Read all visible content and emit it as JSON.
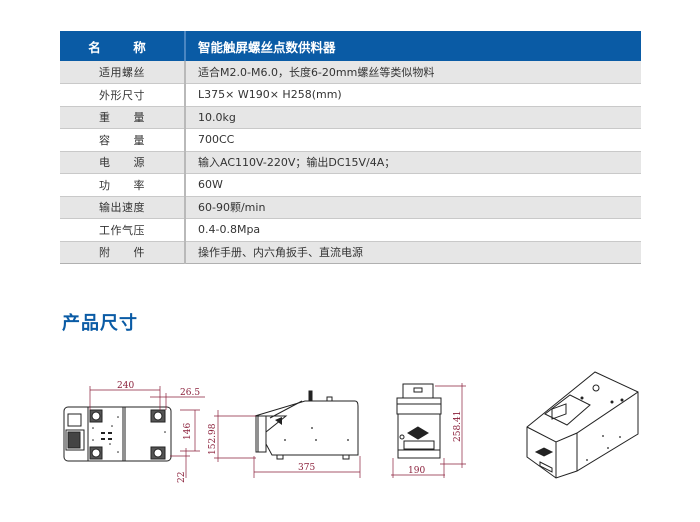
{
  "spec_table": {
    "header": {
      "label": "名　称",
      "value": "智能触屏螺丝点数供料器"
    },
    "rows": [
      {
        "label": "适用螺丝",
        "value": "适合M2.0-M6.0，长度6-20mm螺丝等类似物料"
      },
      {
        "label": "外形尺寸",
        "value": "L375× W190× H258(mm)"
      },
      {
        "label": "重　　量",
        "value": "10.0kg"
      },
      {
        "label": "容　　量",
        "value": "700CC"
      },
      {
        "label": "电　　源",
        "value": "输入AC110V-220V；输出DC15V/4A；"
      },
      {
        "label": "功　　率",
        "value": "60W"
      },
      {
        "label": "输出速度",
        "value": "60-90颗/min"
      },
      {
        "label": "工作气压",
        "value": "0.4-0.8Mpa"
      },
      {
        "label": "附　　件",
        "value": "操作手册、内六角扳手、直流电源"
      }
    ]
  },
  "section": {
    "title": "产品尺寸"
  },
  "drawings": {
    "top_view": {
      "width_dim": "240",
      "offset_dim": "26.5",
      "height_dim": "146",
      "bottom_dim": "22"
    },
    "side_view": {
      "height_dim": "152.98",
      "length_dim": "375"
    },
    "front_view": {
      "height_dim": "258.41",
      "width_dim": "190"
    },
    "iso_view": {
      "label": "isometric product view"
    }
  },
  "colors": {
    "header_bg": "#0a5ba5",
    "row_shade": "#e6e6e6",
    "dimension_line": "#8a1f3a",
    "title": "#0a5ba5"
  }
}
